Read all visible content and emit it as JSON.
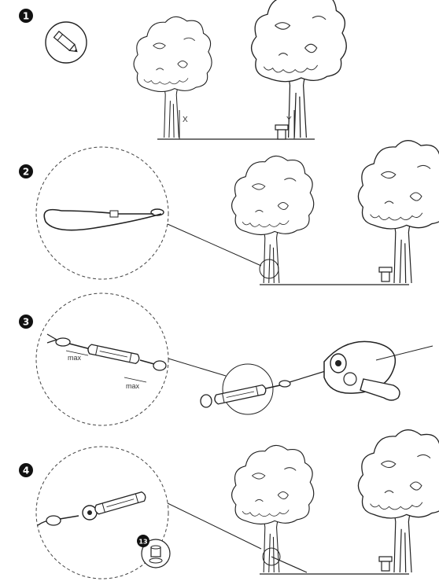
{
  "steps": [
    {
      "number": "1",
      "labels": {
        "x": "X",
        "y": "Y"
      }
    },
    {
      "number": "2"
    },
    {
      "number": "3",
      "labels": {
        "max_left": "max",
        "max_right": "max"
      }
    },
    {
      "number": "4",
      "labels": {
        "part": "13"
      }
    }
  ],
  "icons": {
    "step1": "pencil-icon",
    "step2": "wire-loop-icon",
    "step3": "turnbuckle-icon",
    "step4": "nut-icon"
  }
}
